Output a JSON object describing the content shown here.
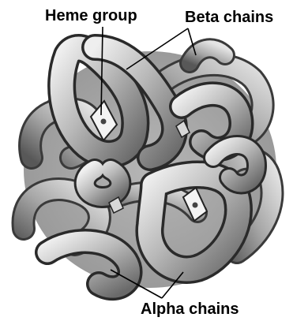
{
  "labels": {
    "heme_group": "Heme group",
    "beta_chains": "Beta chains",
    "alpha_chains": "Alpha chains"
  },
  "colors": {
    "chain_light": "#d9d9d9",
    "chain_mid": "#a6a6a6",
    "chain_dark": "#5e5e5e",
    "outline": "#2a2a2a",
    "leader_line": "#000000"
  }
}
